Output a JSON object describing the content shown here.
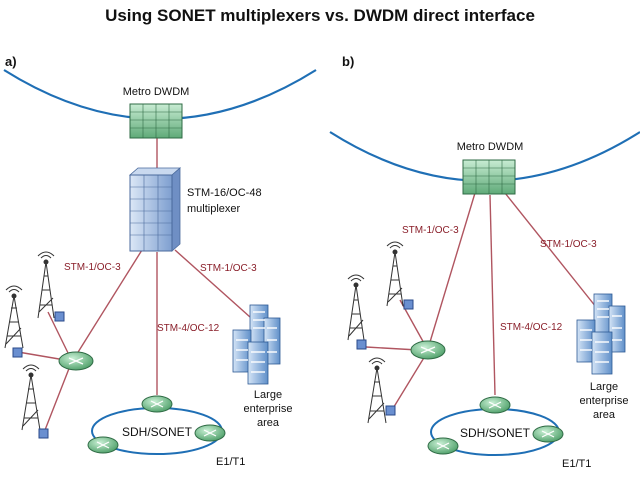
{
  "title": "Using SONET multiplexers vs. DWDM direct interface",
  "colors": {
    "backbone": "#1f6fb5",
    "link": "#b05560",
    "ring": "#1f6fb5",
    "dwdm": "#7fcf9a",
    "mux": "#a9c3e6",
    "router": "#6fc08a",
    "building": "#7aa8d8",
    "tower": "#333333"
  },
  "panel_a": {
    "label": "a)",
    "dwdm_label": "Metro DWDM",
    "mux_label_1": "STM-16/OC-48",
    "mux_label_2": "multiplexer",
    "link_left": "STM-1/OC-3",
    "link_right": "STM-1/OC-3",
    "link_center": "STM-4/OC-12",
    "ring_label": "SDH/SONET",
    "e1_label": "E1/T1",
    "enterprise_1": "Large",
    "enterprise_2": "enterprise",
    "enterprise_3": "area"
  },
  "panel_b": {
    "label": "b)",
    "dwdm_label": "Metro DWDM",
    "link_left": "STM-1/OC-3",
    "link_right": "STM-1/OC-3",
    "link_center": "STM-4/OC-12",
    "ring_label": "SDH/SONET",
    "e1_label": "E1/T1",
    "enterprise_1": "Large",
    "enterprise_2": "enterprise",
    "enterprise_3": "area"
  },
  "icons": [
    "dwdm-node-icon",
    "multiplexer-icon",
    "router-icon",
    "cell-tower-icon",
    "enterprise-building-icon"
  ]
}
